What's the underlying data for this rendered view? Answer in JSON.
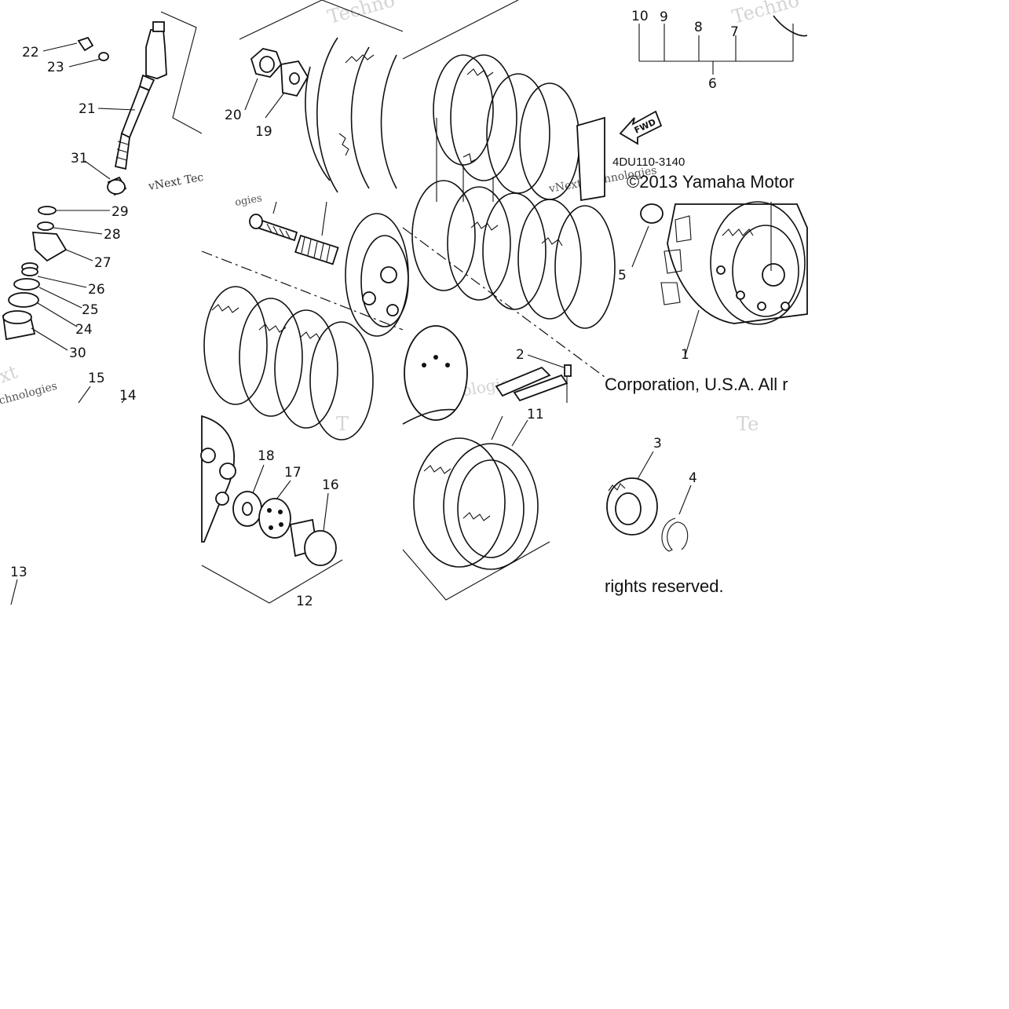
{
  "diagram": {
    "part_code": "4DU110-3140",
    "copyright_line1": "©2013 Yamaha Motor",
    "copyright_line2": "Corporation, U.S.A. All r",
    "copyright_line3": "rights reserved.",
    "fwd_label": "FWD",
    "watermarks": [
      "Techno",
      "Techno",
      "vNext Tec",
      "vNext Technologies",
      "Technologies",
      "xt",
      "chnologies",
      "ogies",
      "T",
      "Te"
    ],
    "callouts": [
      "1",
      "2",
      "3",
      "4",
      "5",
      "6",
      "7",
      "8",
      "9",
      "10",
      "11",
      "12",
      "13",
      "14",
      "15",
      "16",
      "17",
      "18",
      "19",
      "20",
      "21",
      "22",
      "23",
      "24",
      "25",
      "26",
      "27",
      "28",
      "29",
      "30",
      "31"
    ]
  }
}
